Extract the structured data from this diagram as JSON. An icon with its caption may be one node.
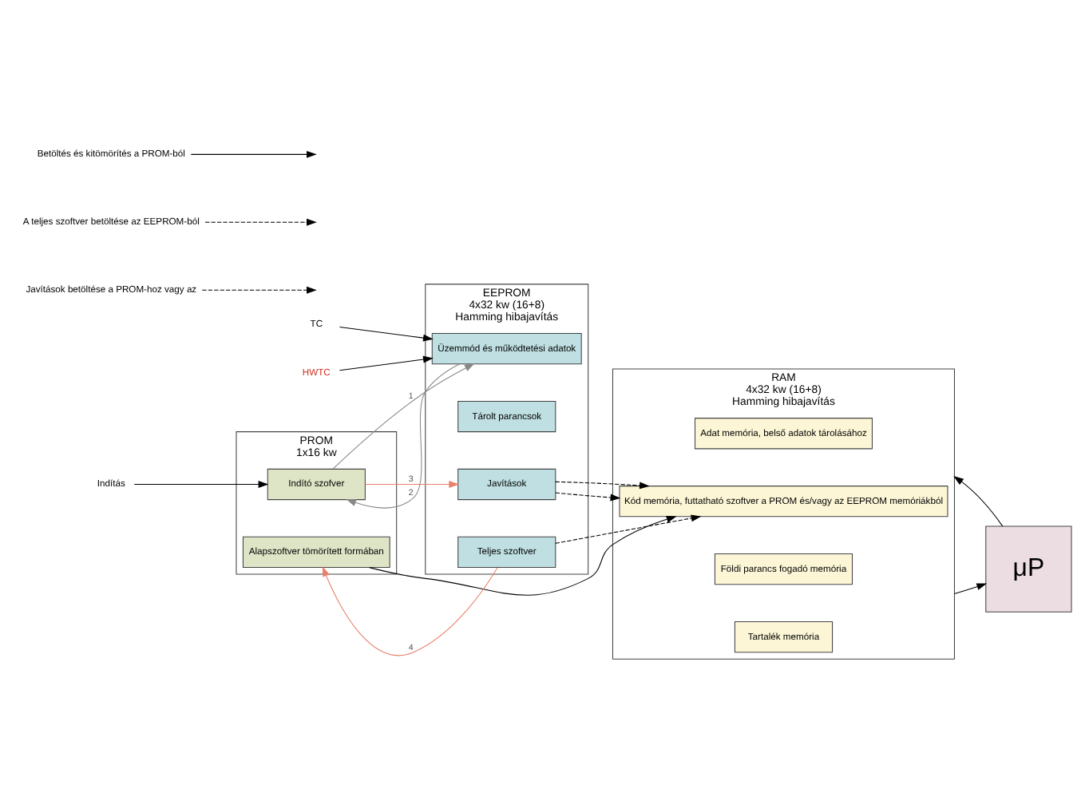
{
  "diagram": {
    "nodes": [
      {
        "text": [
          "PROM",
          "1x16 kw"
        ]
      },
      {
        "text": [
          "Indító szofver"
        ],
        "in": 0
      },
      {
        "text": [
          "Alapszoftver tömörített formában"
        ],
        "in": 0
      },
      {
        "text": [
          "Indítás"
        ]
      },
      {
        "text": [
          "RAM",
          "4x32 kw (16+8)",
          "Hamming hibajavítás"
        ]
      },
      {
        "text": [
          "Adat memória, belső adatok tárolásához"
        ],
        "in": 4
      },
      {
        "text": [
          "Kód memória, futtatható szoftver a PROM és/vagy az EEPROM memóriákból"
        ],
        "in": 4
      },
      {
        "text": [
          "Földi parancs fogadó memória"
        ],
        "in": 4
      },
      {
        "text": [
          "Tartalék memória"
        ],
        "in": 4
      },
      {
        "text": [
          "μP"
        ]
      },
      {
        "text": [
          "EEPROM",
          "4x32 kw (16+8)",
          "Hamming hibajavítás"
        ]
      },
      {
        "text": [
          "Üzemmód és működtetési adatok"
        ],
        "in": 10
      },
      {
        "text": [
          "Tárolt parancsok"
        ],
        "in": 10
      },
      {
        "text": [
          "Javítások"
        ],
        "in": 10
      },
      {
        "text": [
          "Teljes szoftver"
        ],
        "in": 10
      },
      {
        "text": [
          "TC"
        ]
      },
      {
        "text": [
          "HWTC"
        ]
      }
    ],
    "edges": [
      {
        "from": 3,
        "to": 1,
        "arrow": "to"
      },
      {
        "from": 1,
        "to": 11,
        "arrow": "to",
        "label": "1",
        "color": "#888888"
      },
      {
        "from": 11,
        "to": 1,
        "arrow": "to",
        "label": "2",
        "color": "#888888"
      },
      {
        "from": 1,
        "to": 13,
        "arrow": "to",
        "label": "3",
        "color": "#e8806a"
      },
      {
        "from": 14,
        "to": 2,
        "arrow": "to",
        "label": "4",
        "color": "#e8806a"
      },
      {
        "from": 2,
        "to": 6,
        "arrow": "to"
      },
      {
        "from": 13,
        "to": 6,
        "arrow": "to",
        "style": "dashed"
      },
      {
        "from": 13,
        "to": 6,
        "arrow": "to",
        "style": "dashed"
      },
      {
        "from": 14,
        "to": 6,
        "arrow": "to",
        "style": "dashed"
      },
      {
        "from": 9,
        "to": 4,
        "arrow": "to"
      },
      {
        "from": 4,
        "to": 9,
        "arrow": "to"
      },
      {
        "from": 15,
        "to": 11,
        "arrow": "to"
      },
      {
        "from": 16,
        "to": 11,
        "arrow": "to"
      }
    ],
    "legend": [
      {
        "text": "Betöltés és kitömörítés a PROM-ból"
      },
      {
        "text": "A teljes szoftver betöltése az EEPROM-ból"
      },
      {
        "text": "Javítások betöltése a PROM-hoz vagy az"
      }
    ]
  }
}
